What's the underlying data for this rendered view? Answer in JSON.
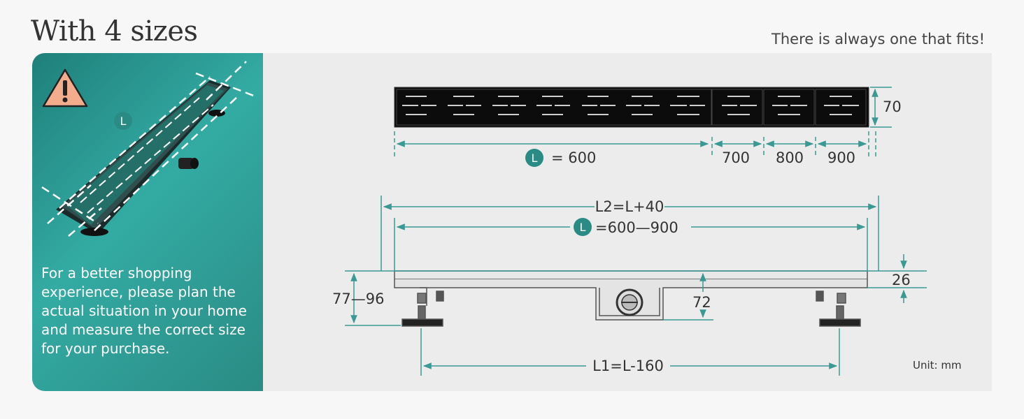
{
  "header": {
    "title": "With 4 sizes",
    "tagline": "There is always one that fits!"
  },
  "panel": {
    "badge": "L",
    "note": "For a better shopping experience, please plan the actual situation in your home and measure the correct size for your purchase."
  },
  "top_view": {
    "badge": "L",
    "length_label": "= 600",
    "size_labels": [
      "700",
      "800",
      "900"
    ],
    "width_label": "70"
  },
  "side_view": {
    "total_label": "L2=L+40",
    "badge": "L",
    "range_label": "=600—900",
    "height_range_label": "77—96",
    "depth_label": "72",
    "frame_label": "26",
    "foot_span_label": "L1=L-160"
  },
  "unit": "Unit: mm",
  "colors": {
    "teal": "#2e9d96",
    "line": "#3a9a93",
    "badge": "#2a8b84"
  }
}
